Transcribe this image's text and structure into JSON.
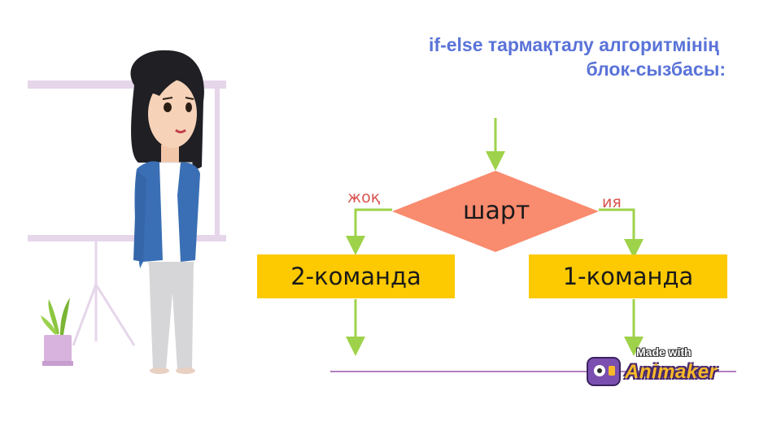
{
  "title": {
    "line1": "if-else тармақталу алгоритмінің",
    "line2": "блок-сызбасы:"
  },
  "flowchart": {
    "condition": "шарт",
    "no_label": "жоқ",
    "yes_label": "ия",
    "no_command": "2-команда",
    "yes_command": "1-команда"
  },
  "watermark": {
    "top": "Made with",
    "bottom": "Animaker"
  },
  "colors": {
    "title": "#5a73d8",
    "diamond": "#f98b6f",
    "box": "#fdc900",
    "arrow": "#9ed24a",
    "branch_label": "#d9534f",
    "board": "#e6d6ea",
    "baseline": "#b07fc0"
  }
}
